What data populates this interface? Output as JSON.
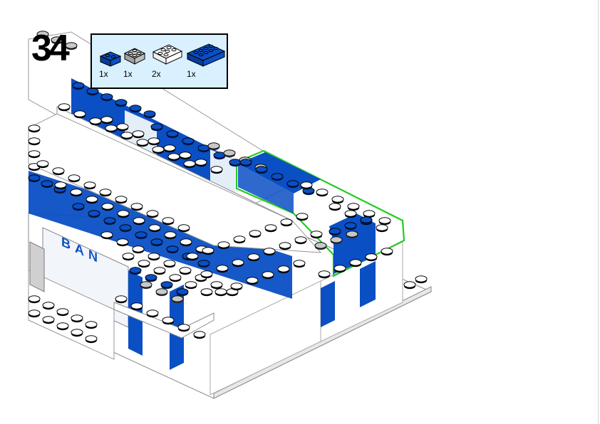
{
  "step": {
    "number": "34"
  },
  "parts_list": [
    {
      "name": "1x2 blue brick",
      "color": "#0a4fc4",
      "quantity": "1x"
    },
    {
      "name": "2x2 gray brick",
      "color": "#a8a8a8",
      "quantity": "1x"
    },
    {
      "name": "2x3 white brick",
      "color": "#ffffff",
      "quantity": "2x"
    },
    {
      "name": "2x4 blue brick",
      "color": "#0a4fc4",
      "quantity": "1x"
    }
  ],
  "sign_text": "BAN",
  "colors": {
    "parts_background": "#d9f0ff",
    "highlight": "#22cc22",
    "brick_blue": "#0a4fc4",
    "brick_white": "#ffffff",
    "brick_gray": "#a8a8a8"
  }
}
